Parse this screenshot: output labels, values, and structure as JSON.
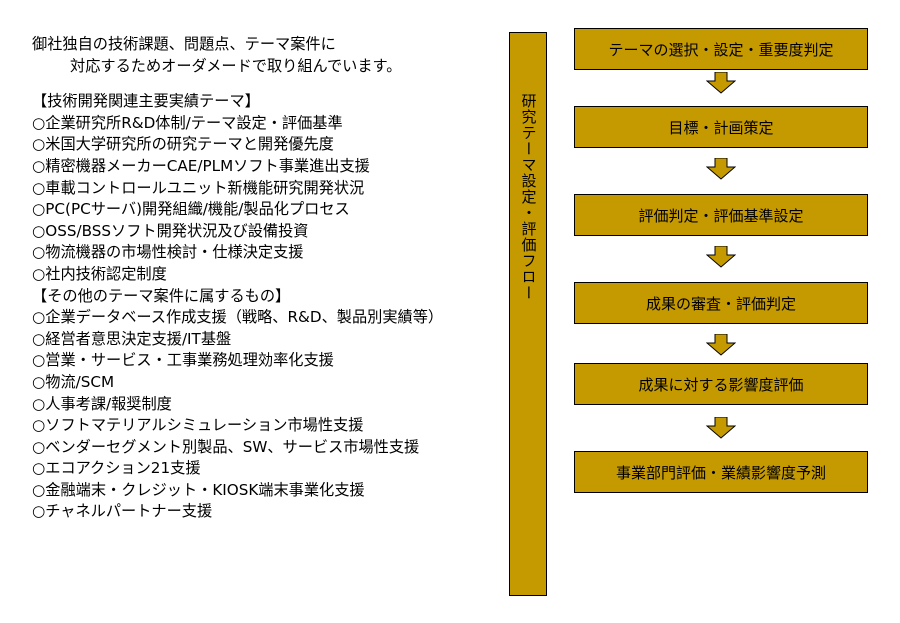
{
  "intro": {
    "line1": "御社独自の技術課題、問題点、テーマ案件に",
    "line2": "対応するためオーダメードで取り組んでいます。"
  },
  "section1": {
    "header": "【技術開発関連主要実績テーマ】",
    "items": [
      "○企業研究所R&D体制/テーマ設定・評価基準",
      "○米国大学研究所の研究テーマと開発優先度",
      "○精密機器メーカーCAE/PLMソフト事業進出支援",
      "○車載コントロールユニット新機能研究開発状況",
      "○PC(PCサーバ)開発組織/機能/製品化プロセス",
      "○OSS/BSSソフト開発状況及び設備投資",
      "○物流機器の市場性検討・仕様決定支援",
      "○社内技術認定制度"
    ]
  },
  "section2": {
    "header": "【その他のテーマ案件に属するもの】",
    "items": [
      "○企業データベース作成支援（戦略、R&D、製品別実績等）",
      "○経営者意思決定支援/IT基盤",
      "○営業・サービス・工事業務処理効率化支援",
      "○物流/SCM",
      "○人事考課/報奨制度",
      "○ソフトマテリアルシミュレーション市場性支援",
      "○ベンダーセグメント別製品、SW、サービス市場性支援",
      "○エコアクション21支援",
      "○金融端末・クレジット・KIOSK端末事業化支援",
      "○チャネルパートナー支援"
    ]
  },
  "flow": {
    "vertical_label": "研究テーマ設定・評価フロー",
    "steps": [
      "テーマの選択・設定・重要度判定",
      "目標・計画策定",
      "評価判定・評価基準設定",
      "成果の審査・評価判定",
      "成果に対する影響度評価",
      "事業部門評価・業績影響度予測"
    ]
  },
  "colors": {
    "box_fill": "#c49a00",
    "border": "#000000"
  }
}
